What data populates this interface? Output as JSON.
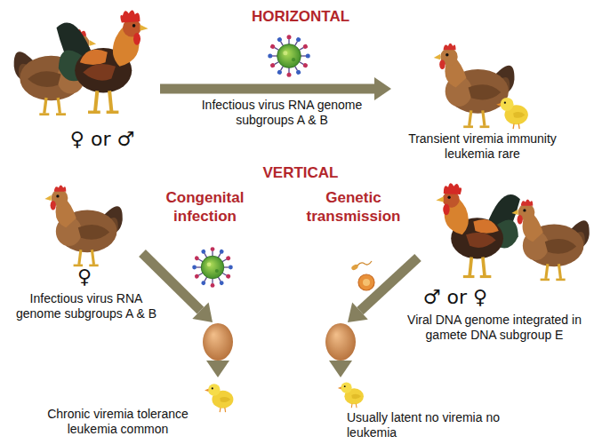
{
  "diagram": {
    "nodes": [
      {
        "text": [
          "♀ or ♂"
        ]
      },
      {
        "text": [
          "Transient viremia immunity leukemia rare"
        ]
      },
      {
        "text": [
          "♀"
        ]
      },
      {
        "text": [
          "♂ or ♀"
        ]
      },
      {
        "text": [
          "Chronic viremia tolerance leukemia common"
        ]
      },
      {
        "text": [
          "Usually latent no viremia no leukemia"
        ]
      }
    ],
    "edges": [
      {
        "from": 0,
        "to": 1,
        "arrow": "to",
        "label": "Infectious virus RNA genome subgroups A & B"
      },
      {
        "from": 2,
        "to": 4,
        "arrow": "to",
        "label": "Infectious virus RNA genome subgroups A & B"
      },
      {
        "from": 3,
        "to": 5,
        "arrow": "to",
        "label": "Viral DNA genome integrated in gamete DNA subgroup E"
      }
    ],
    "labels": [
      "HORIZONTAL",
      "VERTICAL",
      "Congenital infection",
      "Genetic transmission"
    ]
  }
}
